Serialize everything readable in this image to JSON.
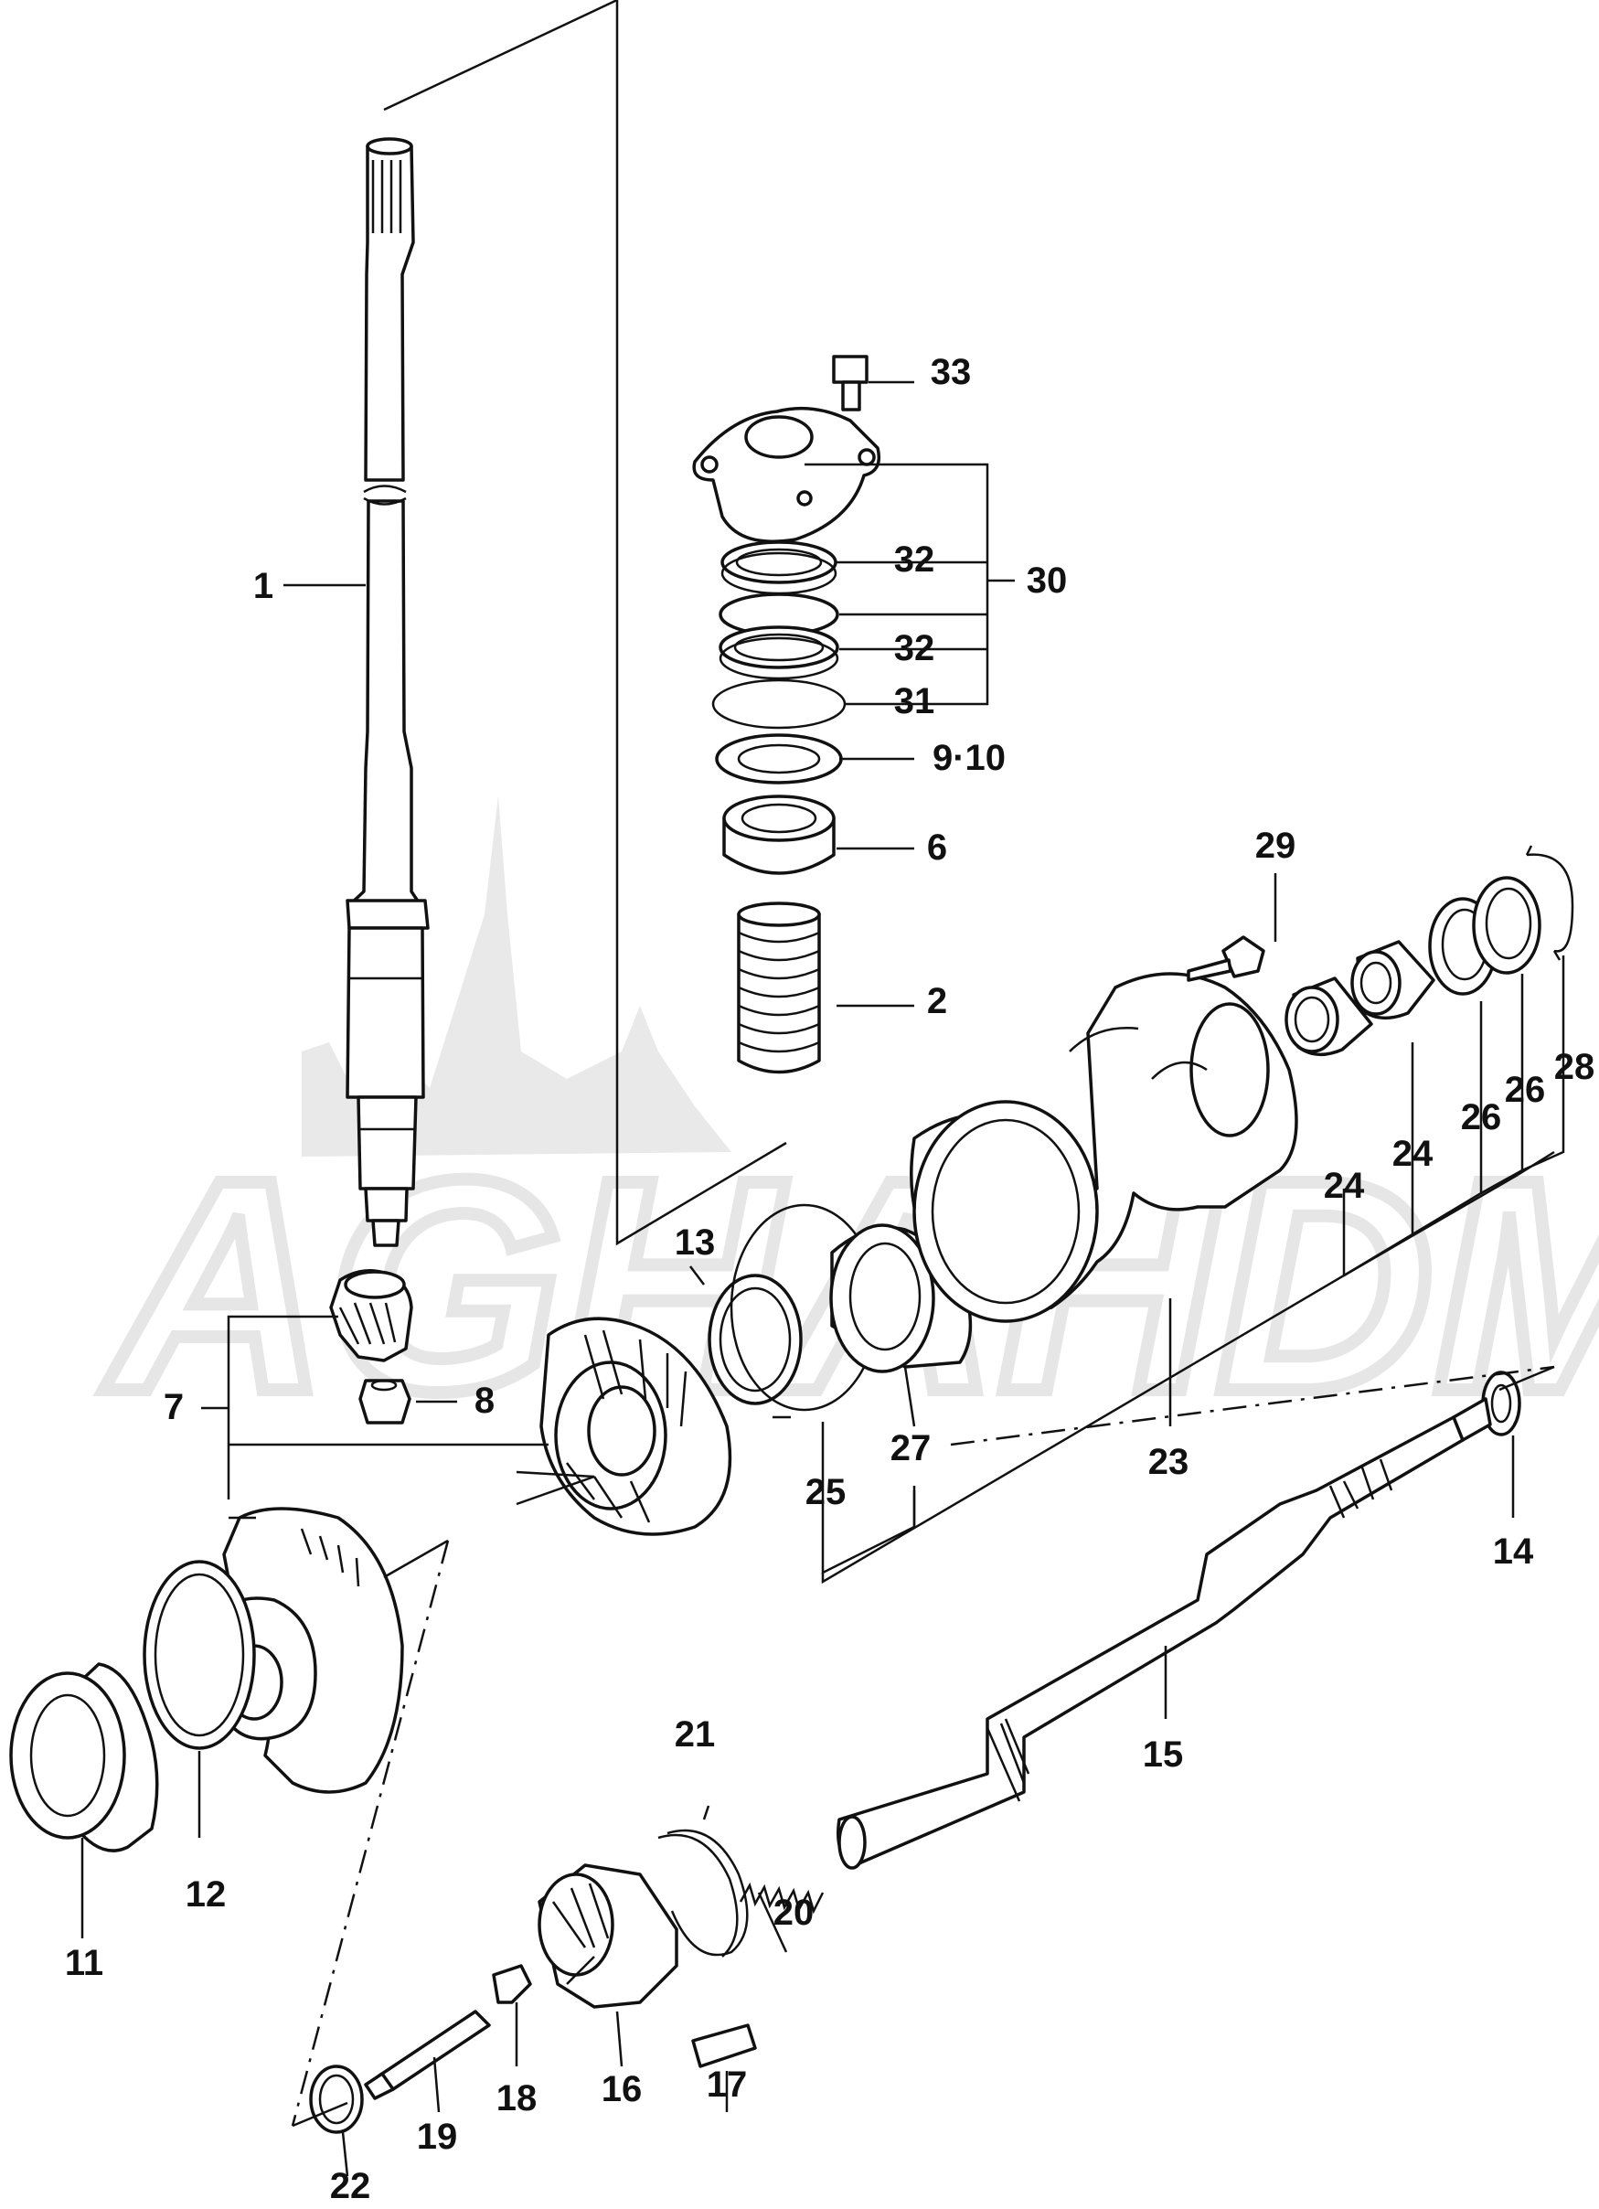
{
  "labels": {
    "l1": "1",
    "l2": "2",
    "l6": "6",
    "l7": "7",
    "l8": "8",
    "l910": "9·10",
    "l11": "11",
    "l12": "12",
    "l13": "13",
    "l14": "14",
    "l15": "15",
    "l16": "16",
    "l17": "17",
    "l18": "18",
    "l19": "19",
    "l20": "20",
    "l21": "21",
    "l22": "22",
    "l23": "23",
    "l24a": "24",
    "l24b": "24",
    "l25": "25",
    "l26a": "26",
    "l26b": "26",
    "l27": "27",
    "l28": "28",
    "l29": "29",
    "l30": "30",
    "l31": "31",
    "l32a": "32",
    "l32b": "32",
    "l33": "33"
  },
  "watermark": "AGHAHDMO",
  "colors": {
    "line": "#111111",
    "watermark": "#e9e9e9",
    "background": "#ffffff"
  }
}
